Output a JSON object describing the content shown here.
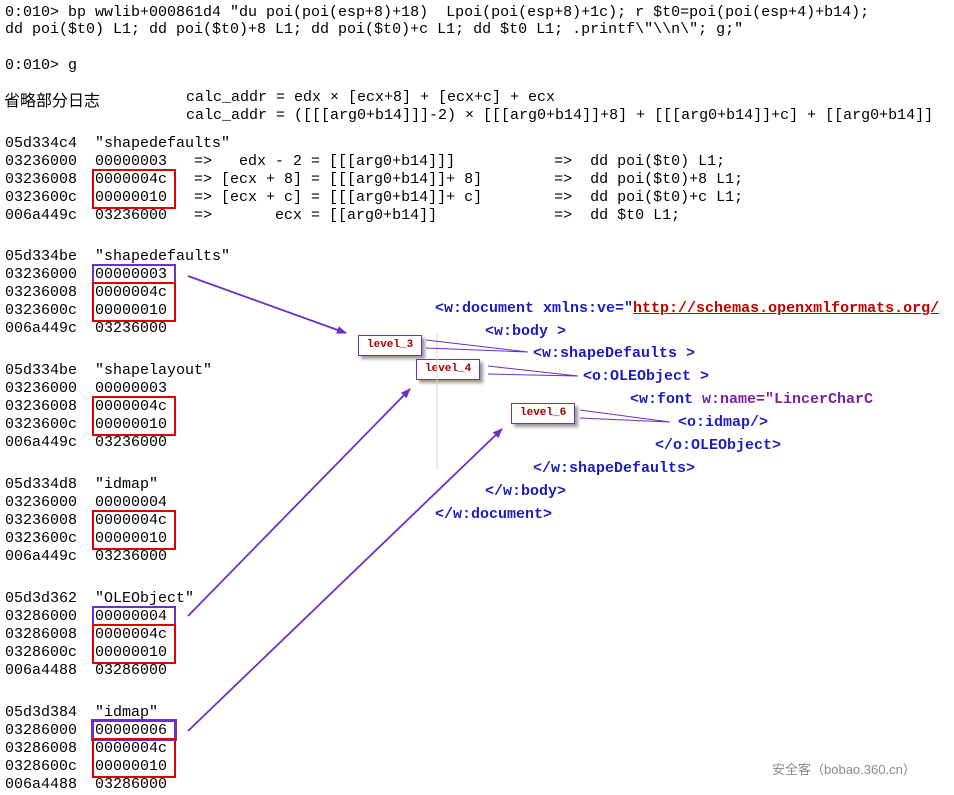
{
  "colors": {
    "xml_blue": "#1c1cbe",
    "url_red": "#c00000",
    "name_purple": "#7a1fa2",
    "box_red": "#dd0000",
    "box_purple": "#6a30c8",
    "arrow_purple": "#6a30c8",
    "label_red": "#a40000",
    "guide_gray": "#d4d4d4",
    "watermark_gray": "#8a8a8a"
  },
  "terminal": {
    "command_line1": "0:010> bp wwlib+000861d4 \"du poi(poi(esp+8)+18)  Lpoi(poi(esp+8)+1c); r $t0=poi(poi(esp+4)+b14);",
    "command_line2": "dd poi($t0) L1; dd poi($t0)+8 L1; dd poi($t0)+c L1; dd $t0 L1; .printf\\\"\\\\n\\\"; g;\"",
    "go_line": "0:010> g",
    "omitted_note": "省略部分日志",
    "calc_line1": "calc_addr = edx × [ecx+8] + [ecx+c] + ecx",
    "calc_line2": "calc_addr = ([[[arg0+b14]]]-2) × [[[arg0+b14]]+8] + [[[arg0+b14]]+c] + [[arg0+b14]]"
  },
  "blocks": [
    {
      "header": "05d334c4  \"shapedefaults\"",
      "rows": [
        "03236000  00000003   =>   edx - 2 = [[[arg0+b14]]]           =>  dd poi($t0) L1;",
        "03236008  0000004c   => [ecx + 8] = [[[arg0+b14]]+ 8]        =>  dd poi($t0)+8 L1;",
        "0323600c  00000010   => [ecx + c] = [[[arg0+b14]]+ c]        =>  dd poi($t0)+c L1;",
        "006a449c  03236000   =>       ecx = [[arg0+b14]]             =>  dd $t0 L1;"
      ]
    },
    {
      "header": "05d334be  \"shapedefaults\"",
      "rows": [
        "03236000  00000003",
        "03236008  0000004c",
        "0323600c  00000010",
        "006a449c  03236000"
      ]
    },
    {
      "header": "05d334be  \"shapelayout\"",
      "rows": [
        "03236000  00000003",
        "03236008  0000004c",
        "0323600c  00000010",
        "006a449c  03236000"
      ]
    },
    {
      "header": "05d334d8  \"idmap\"",
      "rows": [
        "03236000  00000004",
        "03236008  0000004c",
        "0323600c  00000010",
        "006a449c  03236000"
      ]
    },
    {
      "header": "05d3d362  \"OLEObject\"",
      "rows": [
        "03286000  00000004",
        "03286008  0000004c",
        "0328600c  00000010",
        "006a4488  03286000"
      ]
    },
    {
      "header": "05d3d384  \"idmap\"",
      "rows": [
        "03286000  00000006",
        "03286008  0000004c",
        "0328600c  00000010",
        "006a4488  03286000"
      ]
    }
  ],
  "xml": {
    "doc_open_pre": "<w:document xmlns:ve=\"",
    "doc_open_url": "http://schemas.openxmlformats.org/",
    "body_open": "<w:body >",
    "shapedefaults_open": "<w:shapeDefaults >",
    "oleobject_open": "<o:OLEObject >",
    "font_pre": "<w:font ",
    "font_attr": "w:name=\"LincerCharC",
    "idmap_selfclose": "<o:idmap/>",
    "oleobject_close": "</o:OLEObject>",
    "shapedefaults_close": "</w:shapeDefaults>",
    "body_close": "</w:body>",
    "doc_close": "</w:document>"
  },
  "labels": {
    "level3": "level_3",
    "level4": "level_4",
    "level6": "level_6"
  },
  "watermark": "安全客（bobao.360.cn）"
}
